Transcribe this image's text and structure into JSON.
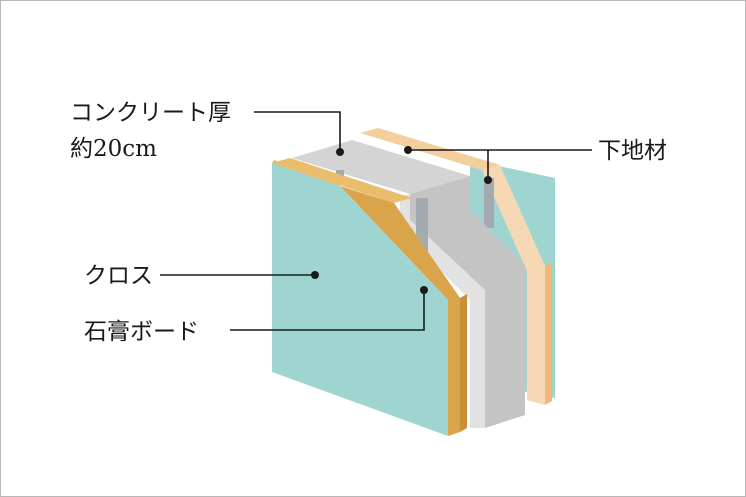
{
  "labels": {
    "concrete_line1": "コンクリート厚",
    "concrete_line2": "約20cm",
    "base_material": "下地材",
    "cloth": "クロス",
    "gypsum_board": "石膏ボード"
  },
  "colors": {
    "cloth": "#9fd5d0",
    "cloth_edge": "#7fc2bd",
    "gypsum": "#d9a44a",
    "gypsum_edge": "#e8b95c",
    "concrete_top": "#d6d6d6",
    "concrete_side": "#c8c8c8",
    "concrete_front": "#e4e4e4",
    "back_board": "#f6d9b4",
    "back_board_edge": "#f0c891",
    "stud": "#9aa3a8",
    "line": "#1a1a1a"
  }
}
